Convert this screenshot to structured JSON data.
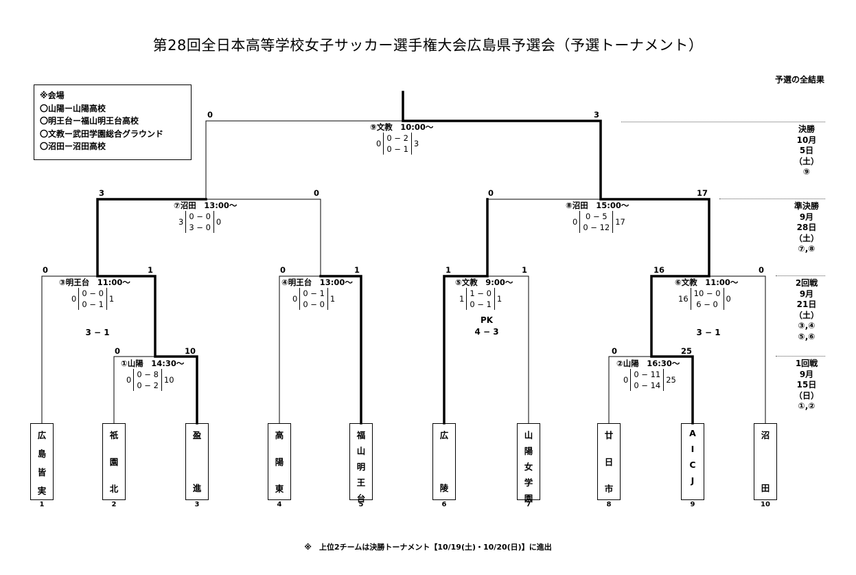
{
  "title": "第28回全日本高等学校女子サッカー選手権大会広島県予選会（予選トーナメント）",
  "subtitle": "予選の全結果",
  "legend": {
    "heading": "※会場",
    "items": [
      "〇山陽ー山陽高校",
      "〇明王台ー福山明王台高校",
      "〇文教ー武田学園総合グラウンド",
      "〇沼田ー沼田高校"
    ]
  },
  "teams": [
    {
      "name": [
        "広",
        "島",
        "皆",
        "実"
      ],
      "num": "1"
    },
    {
      "name": [
        "祇",
        "園",
        "北"
      ],
      "num": "2"
    },
    {
      "name": [
        "盈",
        "進"
      ],
      "num": "3"
    },
    {
      "name": [
        "高",
        "陽",
        "東"
      ],
      "num": "4"
    },
    {
      "name": [
        "福",
        "山",
        "明",
        "王",
        "台"
      ],
      "num": "5"
    },
    {
      "name": [
        "広",
        "陵"
      ],
      "num": "6"
    },
    {
      "name": [
        "山",
        "陽",
        "女",
        "学",
        "園"
      ],
      "num": "7"
    },
    {
      "name": [
        "廿",
        "日",
        "市"
      ],
      "num": "8"
    },
    {
      "name": [
        "A",
        "I",
        "C",
        "J"
      ],
      "num": "9"
    },
    {
      "name": [
        "沼",
        "田"
      ],
      "num": "10"
    }
  ],
  "matches": {
    "m1": {
      "label": "①山陽　14:30〜",
      "left": "0",
      "right": "10",
      "lt": "0",
      "rt": "10",
      "h1": "0 − 8",
      "h2": "0 − 2"
    },
    "m2": {
      "label": "②山陽　16:30〜",
      "left": "0",
      "right": "25",
      "lt": "0",
      "rt": "25",
      "h1": "0 − 11",
      "h2": "0 − 14"
    },
    "m3": {
      "label": "③明王台　11:00〜",
      "left": "0",
      "right": "1",
      "lt": "0",
      "rt": "1",
      "h1": "0 − 0",
      "h2": "0 − 1",
      "pk": "3 − 1"
    },
    "m4": {
      "label": "④明王台　13:00〜",
      "left": "0",
      "right": "1",
      "lt": "0",
      "rt": "1",
      "h1": "0 − 1",
      "h2": "0 − 0"
    },
    "m5": {
      "label": "⑤文教　9:00〜",
      "left": "1",
      "right": "1",
      "lt": "1",
      "rt": "1",
      "h1": "1 − 0",
      "h2": "0 − 1",
      "pk_label": "PK",
      "pk": "4 − 3"
    },
    "m6": {
      "label": "⑥文教　11:00〜",
      "left": "16",
      "right": "0",
      "lt": "16",
      "rt": "0",
      "h1": "10 − 0",
      "h2": "6 − 0",
      "pk": "3 − 1"
    },
    "m7": {
      "label": "⑦沼田　13:00〜",
      "left": "3",
      "right": "0",
      "lt": "3",
      "rt": "0",
      "h1": "0 − 0",
      "h2": "3 − 0"
    },
    "m8": {
      "label": "⑧沼田　15:00〜",
      "left": "0",
      "right": "17",
      "lt": "0",
      "rt": "17",
      "h1": "0 − 5",
      "h2": "0 − 12"
    },
    "m9": {
      "label": "⑨文教　10:00〜",
      "left": "0",
      "right": "3",
      "lt": "0",
      "rt": "3",
      "h1": "0 − 2",
      "h2": "0 − 1"
    }
  },
  "rounds": [
    {
      "lines": [
        "決勝",
        "10月",
        "5日",
        "（土）",
        "⑨"
      ]
    },
    {
      "lines": [
        "準決勝",
        "9月",
        "28日",
        "（土）",
        "⑦,⑧"
      ]
    },
    {
      "lines": [
        "2回戦",
        "9月",
        "21日",
        "（土）",
        "③,④",
        "⑤,⑥"
      ]
    },
    {
      "lines": [
        "1回戦",
        "9月",
        "15日",
        "（日）",
        "①,②"
      ]
    }
  ],
  "footnote": "※　上位2チームは決勝トーナメント【10/19(土)・10/20(日)】に進出"
}
